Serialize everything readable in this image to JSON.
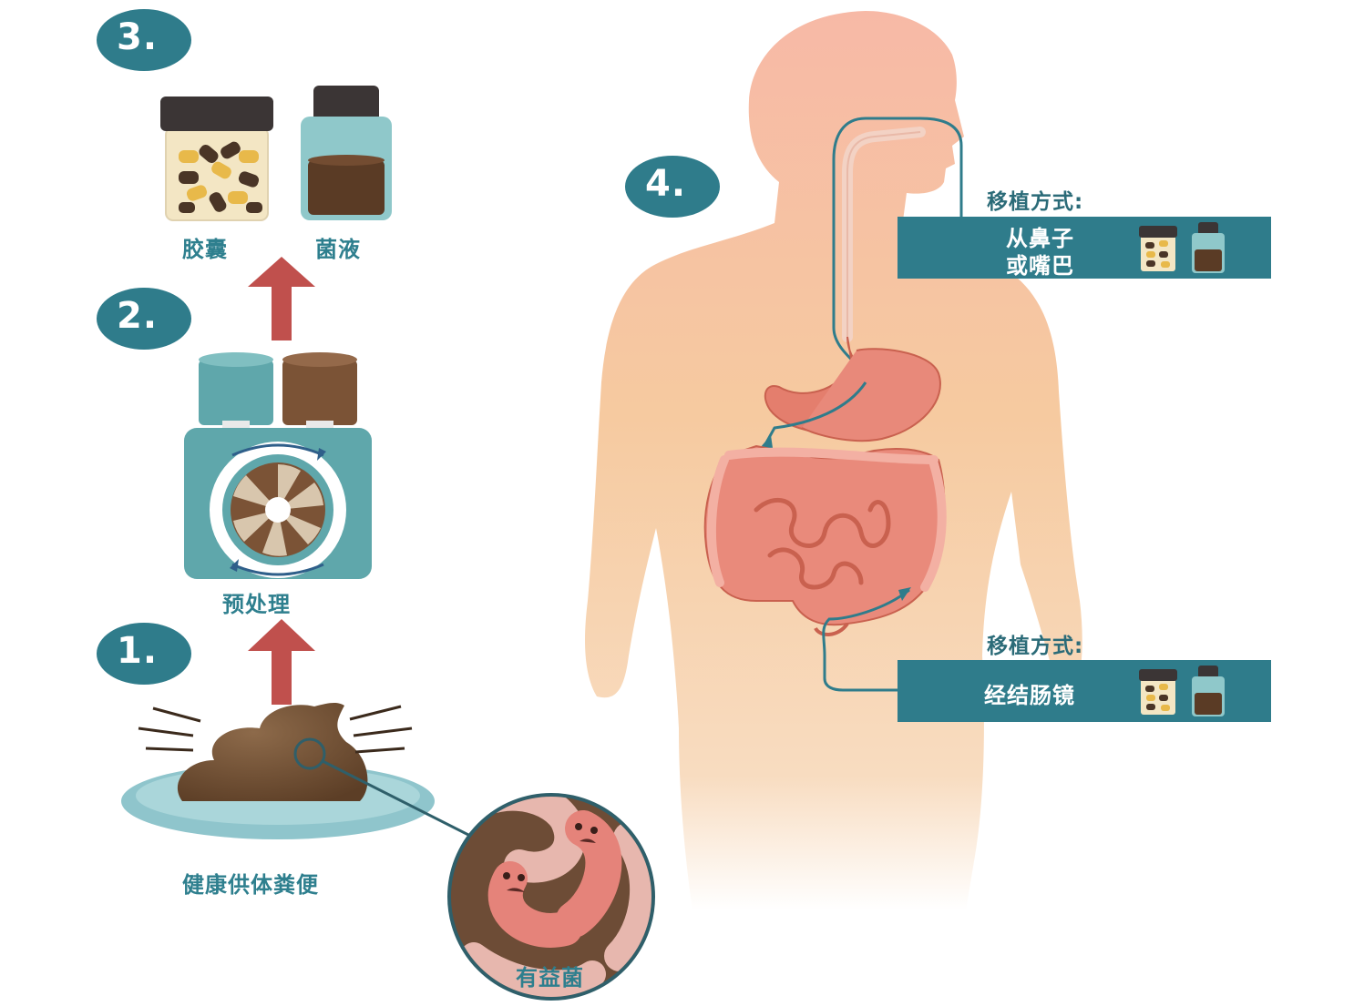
{
  "steps": {
    "step1": "1.",
    "step2": "2.",
    "step3": "3.",
    "step4": "4."
  },
  "labels": {
    "capsule": "胶囊",
    "liquid": "菌液",
    "preprocess": "预处理",
    "donor_stool": "健康供体粪便",
    "beneficial_bacteria": "有益菌"
  },
  "methods": {
    "upper": {
      "title": "移植方式:",
      "line1": "从鼻子",
      "line2": "或嘴巴"
    },
    "lower": {
      "title": "移植方式:",
      "line1": "经结肠镜"
    }
  },
  "colors": {
    "teal": "#2f7c8b",
    "arrow_red": "#c0504d",
    "stool_brown": "#7a5638",
    "body_skin": "#f6c9a9",
    "intestine": "#e0776a"
  }
}
